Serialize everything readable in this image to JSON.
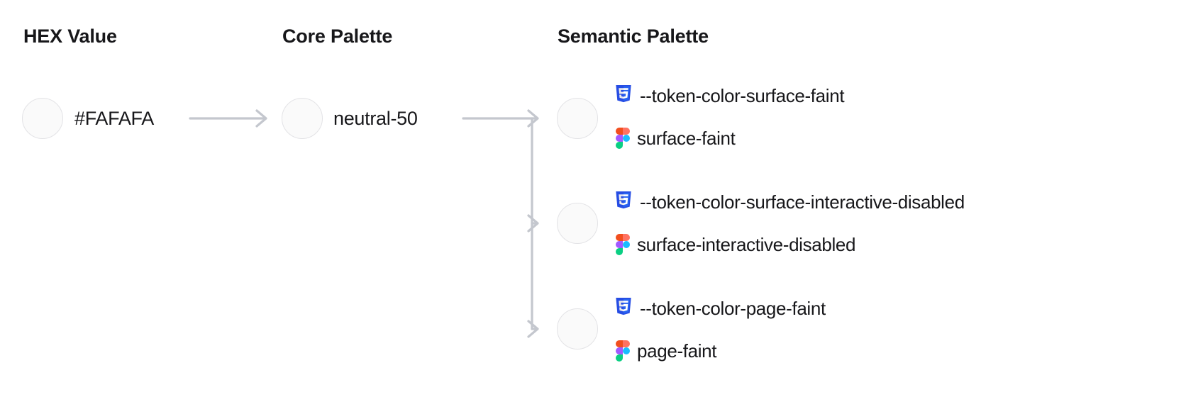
{
  "columns": {
    "hex": {
      "heading": "HEX Value"
    },
    "core": {
      "heading": "Core Palette"
    },
    "semantic": {
      "heading": "Semantic Palette"
    }
  },
  "hex_value": {
    "label": "#FAFAFA",
    "swatch_color": "#FAFAFA"
  },
  "core_value": {
    "label": "neutral-50",
    "swatch_color": "#FAFAFA"
  },
  "semantic_tokens": [
    {
      "swatch_color": "#FAFAFA",
      "css_icon": "css3-icon",
      "css_variable": "--token-color-surface-faint",
      "figma_icon": "figma-icon",
      "figma_name": "surface-faint"
    },
    {
      "swatch_color": "#FAFAFA",
      "css_icon": "css3-icon",
      "css_variable": "--token-color-surface-interactive-disabled",
      "figma_icon": "figma-icon",
      "figma_name": "surface-interactive-disabled"
    },
    {
      "swatch_color": "#FAFAFA",
      "css_icon": "css3-icon",
      "css_variable": "--token-color-page-faint",
      "figma_icon": "figma-icon",
      "figma_name": "page-faint"
    }
  ],
  "colors": {
    "text": "#17171A",
    "connector": "#C4C7CE",
    "swatch_border": "#E3E3E6",
    "css_blue_dark": "#264DE4",
    "css_blue_light": "#2965F1",
    "figma_red": "#F24E1E",
    "figma_orange": "#FF7262",
    "figma_purple": "#A259FF",
    "figma_blue": "#1ABCFE",
    "figma_green": "#0ACF83"
  }
}
